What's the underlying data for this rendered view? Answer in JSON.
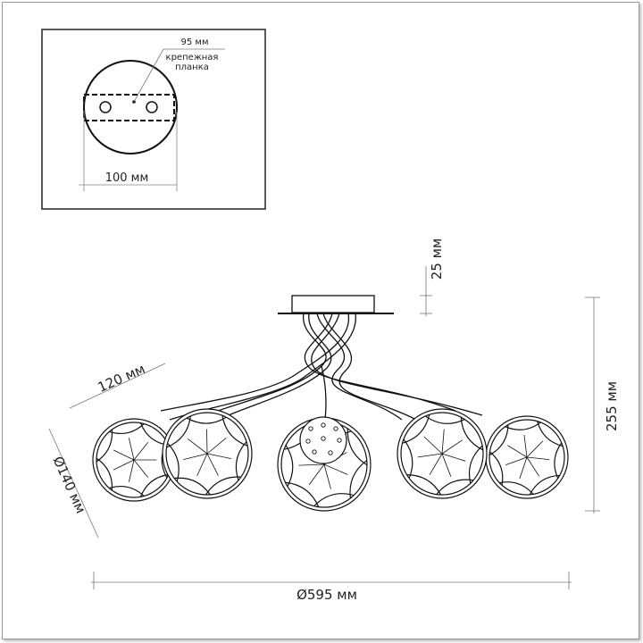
{
  "inset": {
    "plate_length_label": "95 мм",
    "plate_name_line1": "крепежная",
    "plate_name_line2": "планка",
    "canopy_diameter_label": "100 мм"
  },
  "dimensions": {
    "canopy_height": "25 мм",
    "total_height": "255 мм",
    "total_diameter": "Ø595 мм",
    "arm_length": "120 мм",
    "shade_diameter": "Ø140 мм"
  }
}
